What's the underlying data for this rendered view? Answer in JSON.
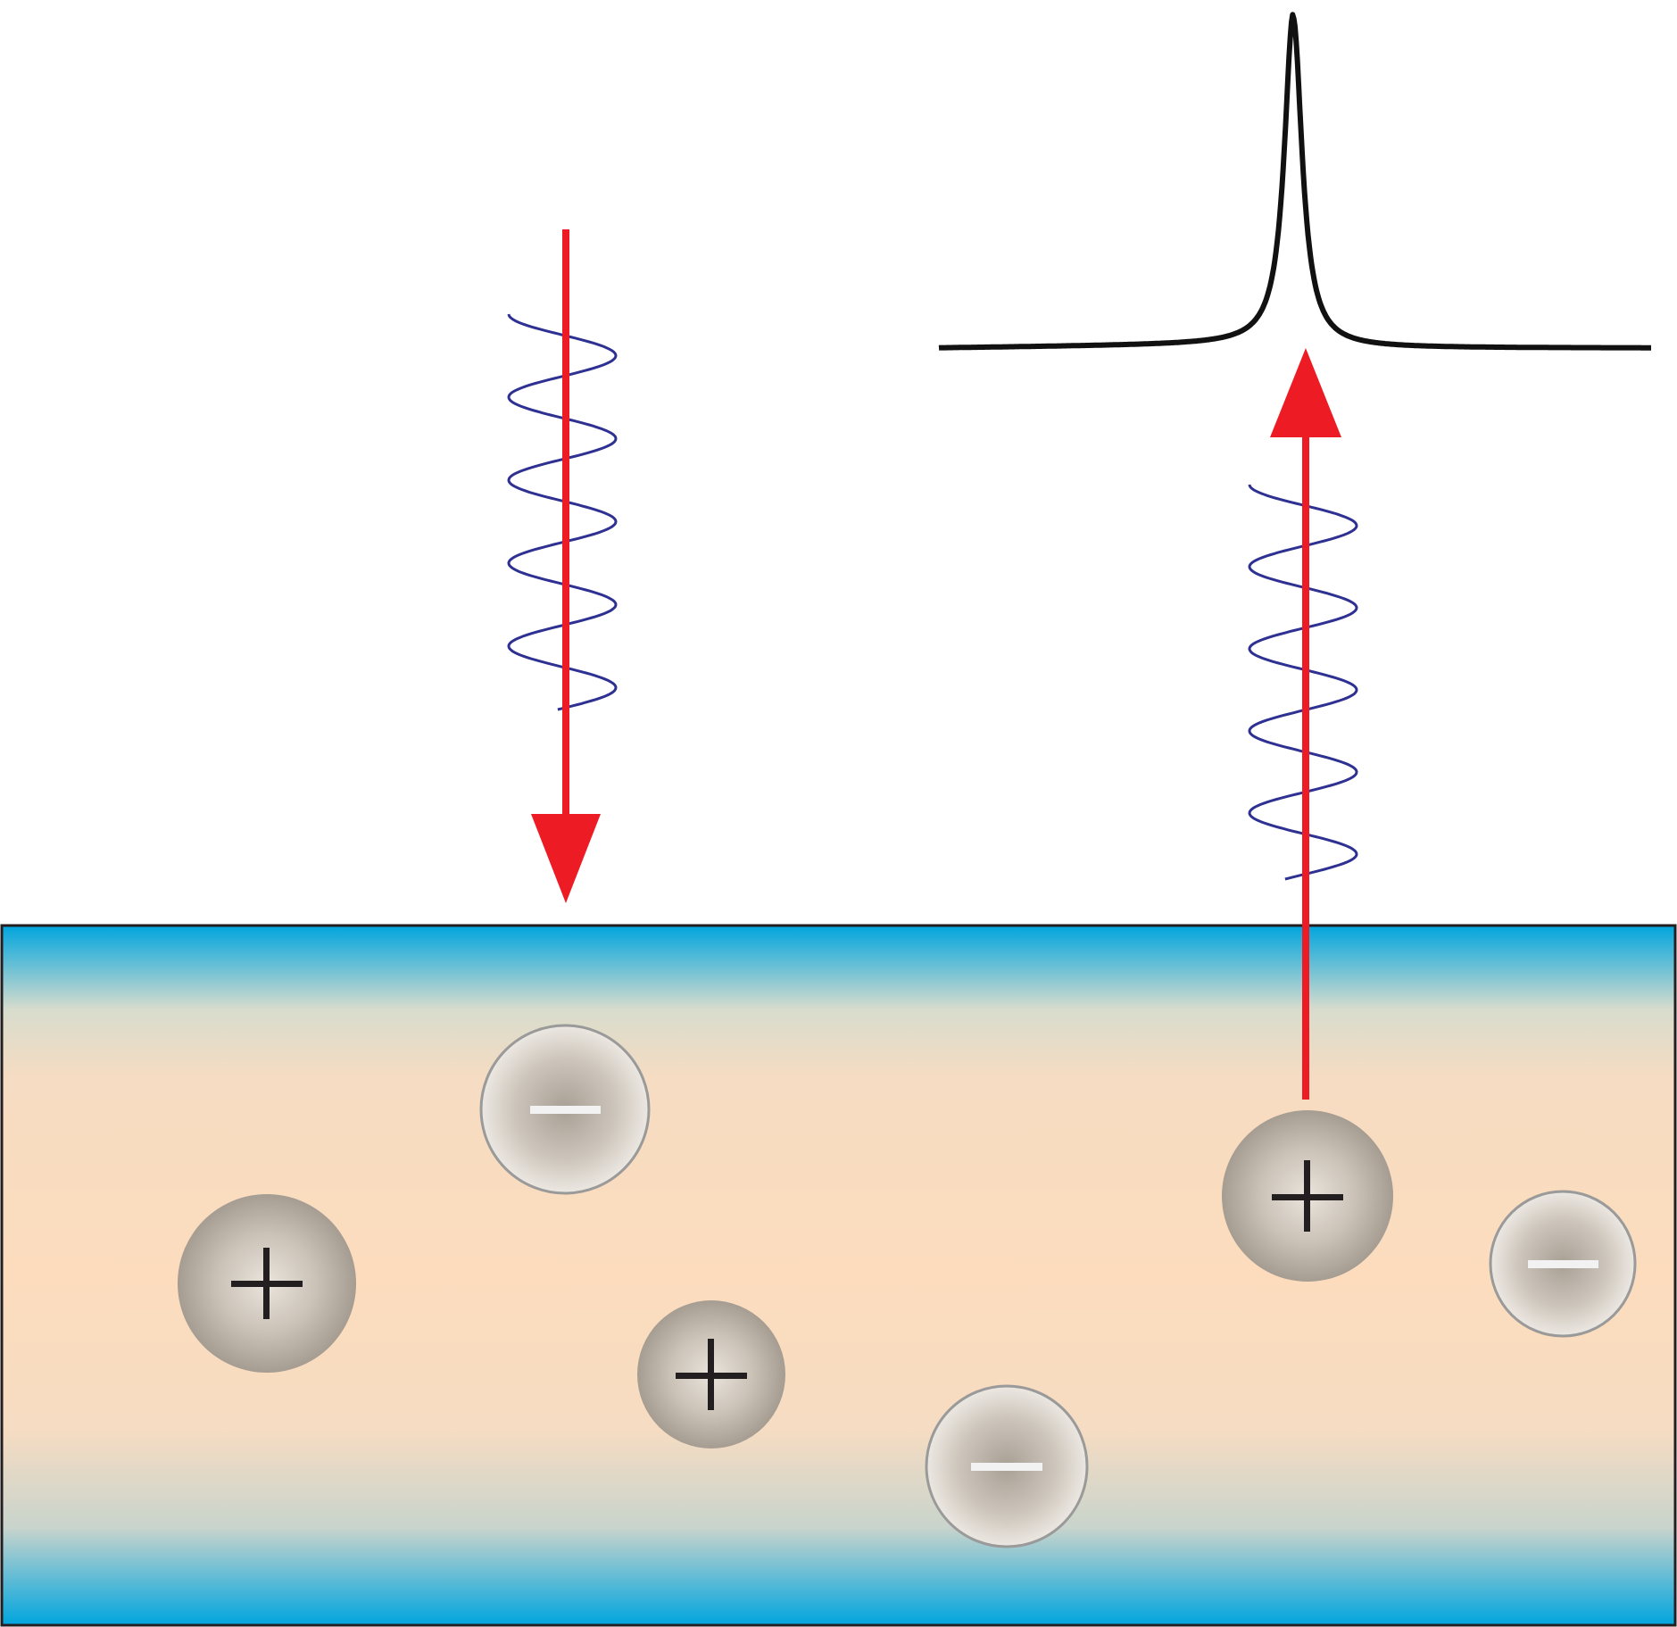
{
  "diagram": {
    "colors": {
      "arrow": "#ed1c24",
      "wave": "#2e3192",
      "spectrum_line": "#111111",
      "medium_edge": "#00a5de",
      "medium_body": "#fcdcbd",
      "ion_fill_center": "#a89f95",
      "ion_fill_edge": "#e7e2da",
      "ion_stroke": "#9a9a9a"
    },
    "incident_beam": {
      "direction": "down",
      "icon": "arrow-down-icon"
    },
    "emitted_beam": {
      "direction": "up",
      "icon": "arrow-up-icon"
    },
    "spectrum": {
      "shape": "single narrow peak",
      "icon": "emission-peak-icon"
    },
    "ions": [
      {
        "id": "anion-1",
        "charge": "negative",
        "symbol": "−"
      },
      {
        "id": "cation-1",
        "charge": "positive",
        "symbol": "+"
      },
      {
        "id": "cation-2",
        "charge": "positive",
        "symbol": "+"
      },
      {
        "id": "anion-2",
        "charge": "negative",
        "symbol": "−"
      },
      {
        "id": "cation-3",
        "charge": "positive",
        "symbol": "+"
      },
      {
        "id": "anion-3",
        "charge": "negative",
        "symbol": "−"
      }
    ]
  }
}
